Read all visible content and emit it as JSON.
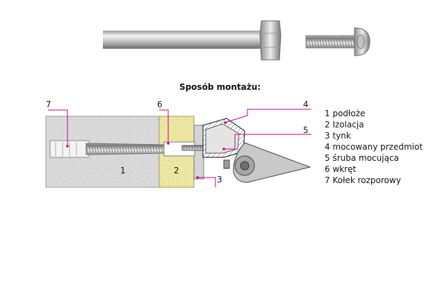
{
  "title": "Sposób montażu:",
  "callouts": [
    "7",
    "6",
    "4",
    "5",
    "1",
    "2",
    "3"
  ],
  "legend": [
    "1 podłoże",
    "2 Izolacja",
    "3 tynk",
    "4 mocowany przedmiot",
    "5 śruba mocująca",
    "6 wkręt",
    "7 Kołek rozporowy"
  ],
  "colors": {
    "leader": "#c0007a",
    "substrate": "#d8d8d8",
    "insulation": "#ece7a6",
    "metal": "#8e8e8e"
  }
}
